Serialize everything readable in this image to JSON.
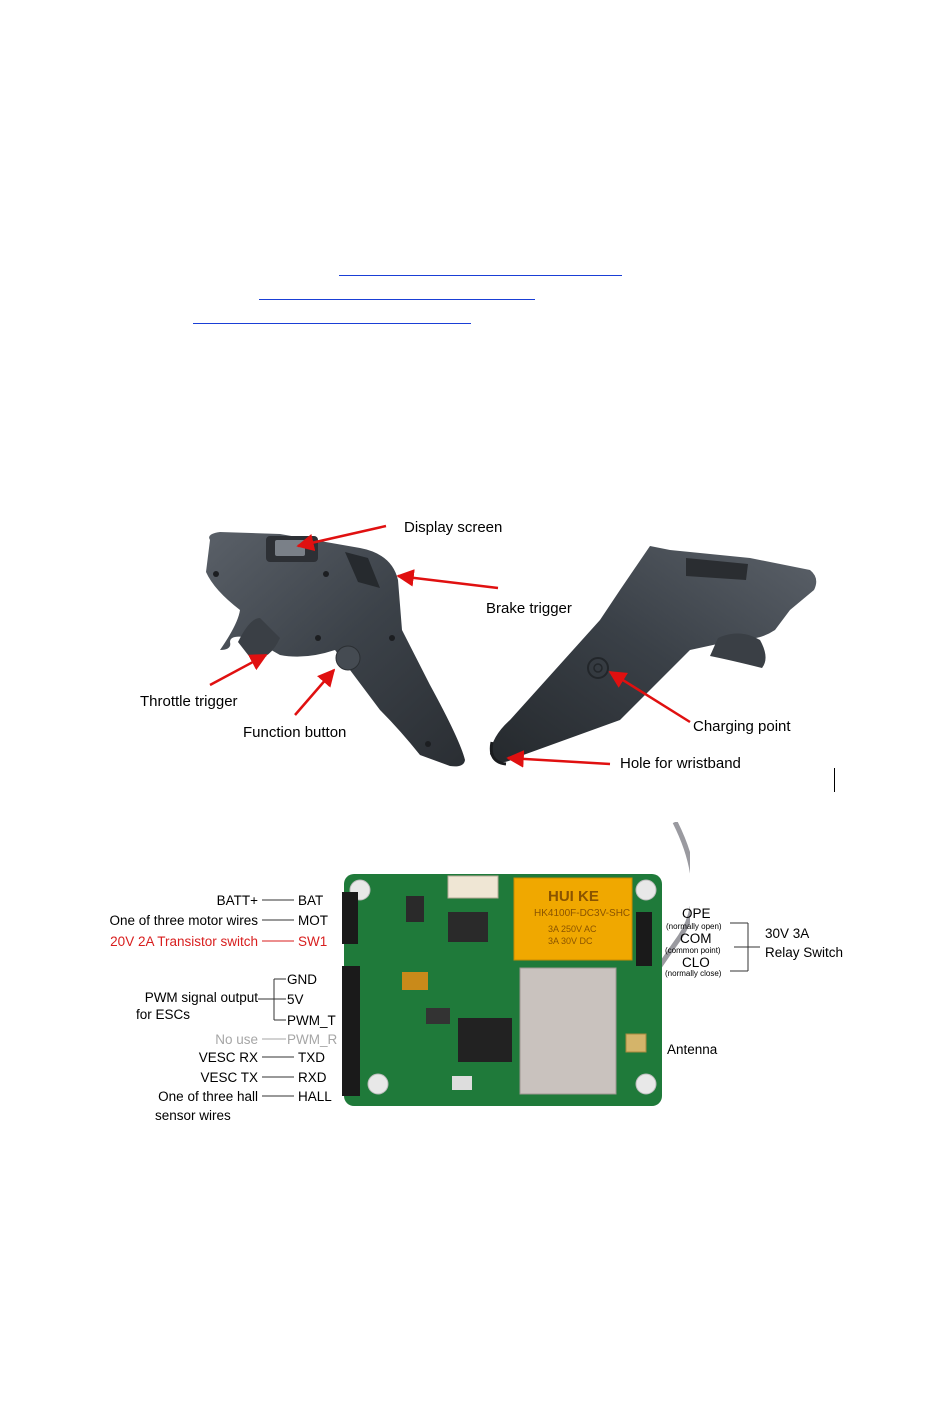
{
  "remote_labels": {
    "display_screen": "Display screen",
    "brake_trigger": "Brake trigger",
    "throttle_trigger": "Throttle trigger",
    "function_button": "Function button",
    "charging_point": "Charging point",
    "wristband_hole": "Hole for wristband"
  },
  "receiver": {
    "left_pins": [
      {
        "desc": "BATT+",
        "pin": "BAT",
        "style": "normal"
      },
      {
        "desc": "One of three motor wires",
        "pin": "MOT",
        "style": "normal"
      },
      {
        "desc": "20V 2A Transistor switch",
        "pin": "SW1",
        "style": "red"
      }
    ],
    "pwm_group": {
      "desc_line1": "PWM signal output",
      "desc_line2": "for ESCs",
      "pins": [
        "GND",
        "5V",
        "PWM_T"
      ]
    },
    "lower_pins": [
      {
        "desc": "No use",
        "pin": "PWM_R",
        "style": "gray"
      },
      {
        "desc": "VESC RX",
        "pin": "TXD",
        "style": "normal"
      },
      {
        "desc": "VESC TX",
        "pin": "RXD",
        "style": "normal"
      },
      {
        "desc": "One of three hall",
        "pin": "HALL",
        "style": "normal"
      }
    ],
    "hall_desc_line2": "sensor wires",
    "relay": {
      "pins": [
        {
          "name": "OPE",
          "note": "(normally open)"
        },
        {
          "name": "COM",
          "note": "(common point)"
        },
        {
          "name": "CLO",
          "note": "(normally close)"
        }
      ],
      "label_line1": "30V 3A",
      "label_line2": "Relay Switch"
    },
    "antenna": "Antenna",
    "relay_brand": "HUI KE",
    "relay_model": "HK4100F-DC3V-SHC",
    "relay_rating1": "3A 250V AC",
    "relay_rating2": "3A 30V DC"
  },
  "colors": {
    "link": "#1a3fd6",
    "arrow": "#e01010",
    "pcb": "#1f7a3a",
    "red_text": "#d81e1e"
  }
}
